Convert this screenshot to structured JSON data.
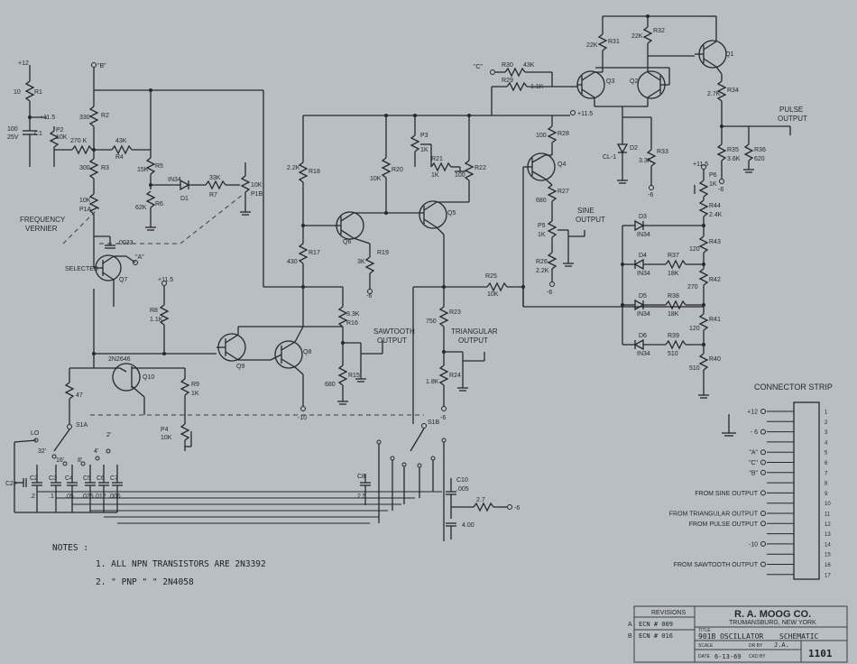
{
  "company": "R. A. MOOG CO.",
  "location": "TRUMANSBURG, NEW YORK",
  "title_block": {
    "revisions_header": "REVISIONS",
    "rev_a_letter": "A",
    "rev_a": "ECN # 009",
    "rev_b_letter": "B",
    "rev_b": "ECN # 016",
    "title_label": "TITLE",
    "title": "901B OSCILLATOR",
    "type": "SCHEMATIC",
    "scale_label": "SCALE",
    "dr_by_label": "DR BY",
    "dr_by": "J.A.",
    "date_label": "DATE",
    "date": "6-13-69",
    "ckd_label": "CKD BY",
    "number": "1101"
  },
  "notes": {
    "heading": "NOTES :",
    "line1": "1. ALL NPN TRANSISTORS ARE 2N3392",
    "line2": "2.  \"     PNP       \"           \"      2N4058"
  },
  "connector": {
    "title": "CONNECTOR STRIP",
    "pins": [
      {
        "pin": "1",
        "label": "+12"
      },
      {
        "pin": "2",
        "label": ""
      },
      {
        "pin": "3",
        "label": "- 6"
      },
      {
        "pin": "4",
        "label": ""
      },
      {
        "pin": "5",
        "label": "\"A\""
      },
      {
        "pin": "6",
        "label": "\"C\""
      },
      {
        "pin": "7",
        "label": "\"B\""
      },
      {
        "pin": "8",
        "label": ""
      },
      {
        "pin": "9",
        "label": "FROM SINE OUTPUT"
      },
      {
        "pin": "10",
        "label": ""
      },
      {
        "pin": "11",
        "label": "FROM TRIANGULAR OUTPUT"
      },
      {
        "pin": "12",
        "label": "FROM PULSE OUTPUT"
      },
      {
        "pin": "13",
        "label": ""
      },
      {
        "pin": "14",
        "label": "-10"
      },
      {
        "pin": "15",
        "label": ""
      },
      {
        "pin": "16",
        "label": "FROM SAWTOOTH OUTPUT"
      },
      {
        "pin": "17",
        "label": ""
      }
    ]
  },
  "labels": {
    "freq_vernier": "FREQUENCY",
    "freq_vernier2": "VERNIER",
    "selected": "SELECTED",
    "pulse_output": "PULSE",
    "pulse_output2": "OUTPUT",
    "sine_output": "SINE",
    "sine_output2": "OUTPUT",
    "sawtooth_output": "SAWTOOTH",
    "sawtooth_output2": "OUTPUT",
    "triangular_output": "TRIANGULAR",
    "triangular_output2": "OUTPUT"
  },
  "components": {
    "plus12": "+12",
    "r1": "R1",
    "r1v": "10",
    "c1": "C1",
    "c1v": "100",
    "c1v2": "25V",
    "p2": "P2",
    "p2v": "10K",
    "p11_5a": "+11.5",
    "nodeB": "\"B\"",
    "r2": "R2",
    "r2v": "330",
    "r3": "R3",
    "r3v": "300",
    "r4": "R4",
    "r4v": "43K",
    "r270": "270 K",
    "p1a": "P1A",
    "p1av": "10K",
    "r5": "R5",
    "r5v": "15K",
    "r6": "R6",
    "r6v": "62K",
    "d1": "D1",
    "d1v": "IN34",
    "r7": "R7",
    "r7v": "33K",
    "p1b": "P1B",
    "p1bv": "10K",
    "c0033": ".0033",
    "q7": "Q7",
    "nodeA": "\"A\"",
    "r8": "R8",
    "r8v": "1.1K",
    "p11_5b": "+11.5",
    "q9": "Q9",
    "q8": "Q8",
    "q10": "Q10",
    "q10t": "2N2646",
    "r47": "47",
    "r9": "R9",
    "r9v": "1K",
    "p4": "P4",
    "p4v": "10K",
    "s1a": "S1A",
    "lo": "LO",
    "r16": "R16",
    "r16v": "3.3K",
    "r15": "R15",
    "r15v": "680",
    "r17": "R17",
    "r17v": "430",
    "r18": "R18",
    "r18v": "2.2K",
    "q6": "Q6",
    "r19": "R19",
    "r19v": "3K",
    "r20": "R20",
    "r20v": "10K",
    "p3": "P3",
    "p3v": "1K",
    "r21": "R21",
    "r21v": "1K",
    "q5": "Q5",
    "r22": "R22",
    "r22v": "100",
    "r23": "R23",
    "r23v": "750",
    "r24": "R24",
    "r24v": "1.8K",
    "r25": "R25",
    "r25v": "10K",
    "m6a": "-6",
    "m6b": "-6",
    "m10": "-10",
    "nodeC": "\"C\"",
    "r30": "R30",
    "r30v": "43K",
    "r29": "R29",
    "r29v": "1.1K",
    "q3": "Q3",
    "q2": "Q2",
    "r31": "R31",
    "r31v": "22K",
    "r32": "R32",
    "r32v": "22K",
    "q1": "Q1",
    "r34": "R34",
    "r34v": "2.7K",
    "r35": "R35",
    "r35v": "3.6K",
    "r36": "R36",
    "r36v": "620",
    "d2": "D2",
    "cl1": "CL-1",
    "r33": "R33",
    "r33v": "3.3K",
    "r28": "R28",
    "r28v": "100",
    "q4": "Q4",
    "r27": "R27",
    "r27v": "680",
    "p5": "P5",
    "p5v": "1K",
    "r26": "R26",
    "r26v": "2.2K",
    "p11_5c": "+11.5",
    "p11_5d": "+11.5",
    "p6": "P6",
    "p6v": "1K",
    "r44": "R44",
    "r44v": "2.4K",
    "d3": "D3",
    "d3v": "IN34",
    "r43": "R43",
    "r43v": "120",
    "d4": "D4",
    "d4v": "IN34",
    "r37": "R37",
    "r37v": "18K",
    "r42": "R42",
    "r42v": "270",
    "d5": "D5",
    "d5v": "IN34",
    "r38": "R38",
    "r38v": "18K",
    "r41": "R41",
    "r41v": "120",
    "d6": "D6",
    "d6v": "IN34",
    "r39": "R39",
    "r39v": "510",
    "r40": "R40",
    "r40v": "510",
    "s1b": "S1B",
    "c8": "C8",
    "c8v": "2.5",
    "c10": "C10",
    "c10v": ".005",
    "r27b": "2.7",
    "c400": "4.00",
    "m6c": "-6",
    "c2": "C2",
    "c2v": ".2",
    "c3": "C3",
    "c3v": ".1",
    "c4": "C4",
    "c4v": ".05",
    "c5": "C5",
    "c5v": ".025",
    "c6": "C6",
    "c6v": ".012",
    "c7": "C7",
    "c7v": ".006",
    "c2c": "C2+",
    "r16ft": "16'",
    "r8ft": "8'",
    "r4ft": "4'",
    "r2ft": "2'",
    "r32ft": "32'"
  }
}
